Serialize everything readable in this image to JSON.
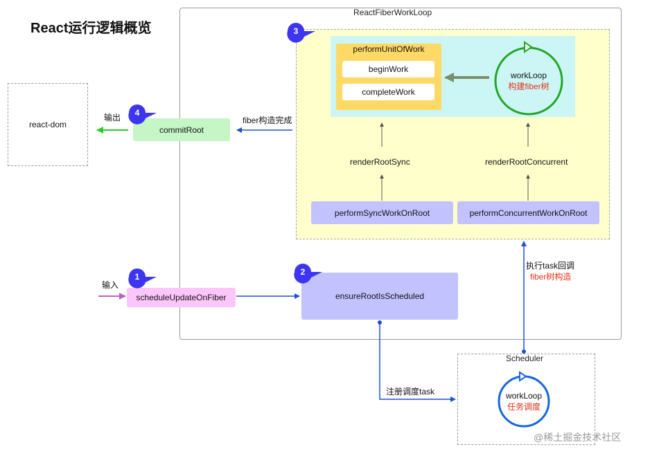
{
  "title": "React运行逻辑概览",
  "fiber_workloop": {
    "title": "ReactFiberWorkLoop",
    "perform_unit_of_work": "performUnitOfWork",
    "begin_work": "beginWork",
    "complete_work": "completeWork",
    "workloop_label": "workLoop",
    "workloop_sublabel": "构建fiber树",
    "render_root_sync": "renderRootSync",
    "render_root_concurrent": "renderRootConcurrent",
    "perform_sync": "performSyncWorkOnRoot",
    "perform_concurrent": "performConcurrentWorkOnRoot",
    "commit_root": "commitRoot",
    "fiber_done_label": "fiber构造完成",
    "schedule_update": "scheduleUpdateOnFiber",
    "ensure_root": "ensureRootIsScheduled"
  },
  "react_dom": "react-dom",
  "output_label": "输出",
  "input_label": "输入",
  "exec_task_label": "执行task回调",
  "fiber_build_label": "fiber树构造",
  "register_task_label": "注册调度task",
  "scheduler": {
    "title": "Scheduler",
    "workloop_label": "workLoop",
    "workloop_sublabel": "任务调度"
  },
  "badges": [
    "1",
    "2",
    "3",
    "4"
  ],
  "watermark": "@稀土掘金技术社区",
  "colors": {
    "badge": "#3d35f0",
    "workloop_circle": "#22a722",
    "scheduler_circle": "#1565e0",
    "arrow_blue": "#1f4fd8",
    "arrow_green": "#25d025",
    "arrow_pink": "#c060c8",
    "arrow_gray": "#7e8e6a",
    "yellow_area": "#ffffcc",
    "cyan_area": "#ccf6f6",
    "orange_box": "#ffd966",
    "red_text": "#e53017"
  }
}
